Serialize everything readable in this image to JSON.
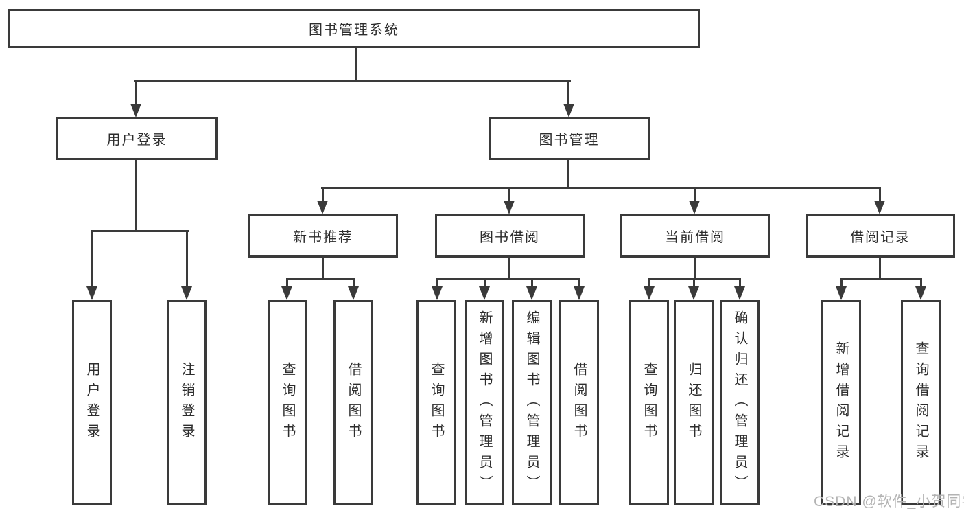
{
  "diagram": {
    "root": {
      "label": "图书管理系统"
    },
    "branches": [
      {
        "label": "用户登录",
        "children": [
          {
            "label": "用户登录"
          },
          {
            "label": "注销登录"
          }
        ]
      },
      {
        "label": "图书管理",
        "children": [
          {
            "label": "新书推荐",
            "children": [
              {
                "label": "查询图书"
              },
              {
                "label": "借阅图书"
              }
            ]
          },
          {
            "label": "图书借阅",
            "children": [
              {
                "label": "查询图书"
              },
              {
                "label": "新增图书（管理员）"
              },
              {
                "label": "编辑图书（管理员）"
              },
              {
                "label": "借阅图书"
              }
            ]
          },
          {
            "label": "当前借阅",
            "children": [
              {
                "label": "查询图书"
              },
              {
                "label": "归还图书"
              },
              {
                "label": "确认归还（管理员）"
              }
            ]
          },
          {
            "label": "借阅记录",
            "children": [
              {
                "label": "新增借阅记录"
              },
              {
                "label": "查询借阅记录"
              }
            ]
          }
        ]
      }
    ],
    "watermark": "CSDN @软件_小贺同学"
  },
  "colors": {
    "line": "#3a3a3a",
    "text": "#2d2d2d",
    "watermark": "#b3b3b3",
    "background": "#ffffff"
  }
}
